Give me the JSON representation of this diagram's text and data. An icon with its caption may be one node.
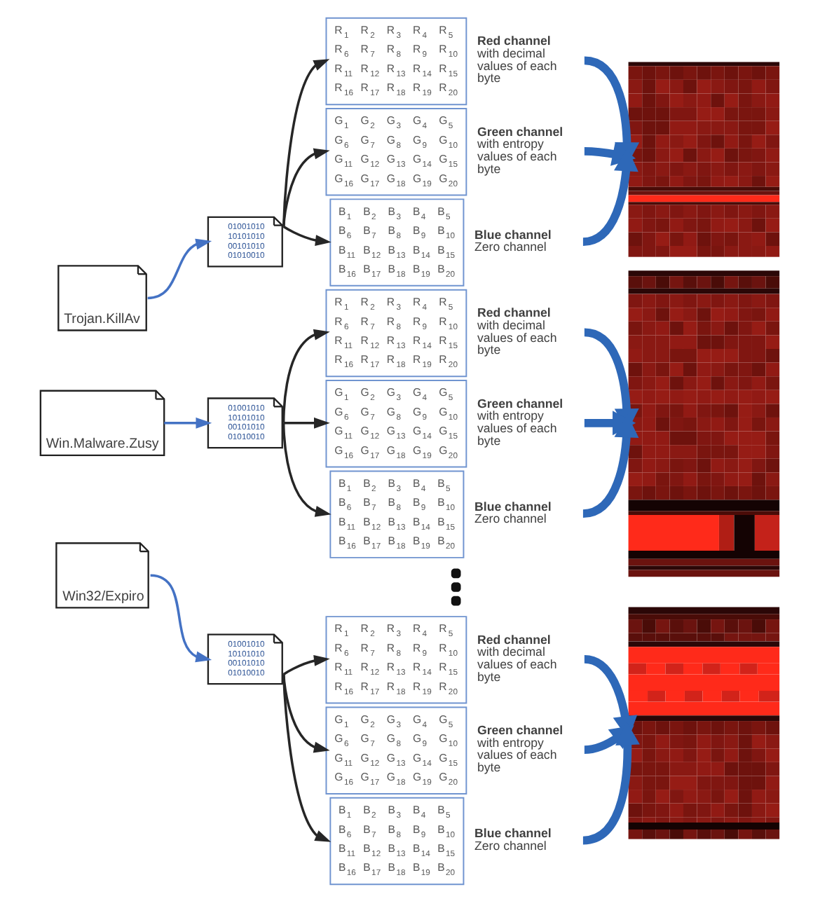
{
  "diagram": {
    "nodes": [
      {
        "text": [
          "Trojan.KillAv"
        ]
      },
      {
        "text": [
          "01001010 10101010 00101010 01010010"
        ]
      },
      {
        "text": [
          "R$_{1}$ R$_{2}$ R$_{3}$ R$_{4}$ R$_{5}$ R$_{6}$ R$_{7}$ R$_{8}$ R$_{9}$ R$_{10}$ R$_{11}$ R$_{12}$ R$_{13}$ R$_{14}$ R$_{15}$ R$_{16}$ R$_{17}$ R$_{18}$ R$_{19}$ R$_{20}$"
        ],
        "beside": [
          "Red channel",
          "with decimal values of each byte"
        ]
      },
      {
        "text": [
          "G$_{1}$ G$_{2}$ G$_{3}$ G$_{4}$ G$_{5}$ G$_{6}$ G$_{7}$ G$_{8}$ G$_{9}$ G$_{10}$ G$_{11}$ G$_{12}$ G$_{13}$ G$_{14}$ G$_{15}$ G$_{16}$ G$_{17}$ G$_{18}$ G$_{19}$ G$_{20}$"
        ],
        "beside": [
          "Green channel",
          "with entropy values of each byte"
        ]
      },
      {
        "text": [
          "B$_{1}$ B$_{2}$ B$_{3}$ B$_{4}$ B$_{5}$ B$_{6}$ B$_{7}$ B$_{8}$ B$_{9}$ B$_{10}$ B$_{11}$ B$_{12}$ B$_{13}$ B$_{14}$ B$_{15}$ B$_{16}$ B$_{17}$ B$_{18}$ B$_{19}$ B$_{20}$"
        ],
        "beside": [
          "Blue channel",
          "Zero channel"
        ]
      },
      {
        "text": [],
        "shape": "picture"
      },
      {
        "text": [
          "Win.Malware.Zusy"
        ]
      },
      {
        "text": [
          "01001010 10101010 00101010 01010010"
        ]
      },
      {
        "text": [
          "R$_{1}$ R$_{2}$ R$_{3}$ R$_{4}$ R$_{5}$ R$_{6}$ R$_{7}$ R$_{8}$ R$_{9}$ R$_{10}$ R$_{11}$ R$_{12}$ R$_{13}$ R$_{14}$ R$_{15}$ R$_{16}$ R$_{17}$ R$_{18}$ R$_{19}$ R$_{20}$"
        ],
        "beside": [
          "Red channel",
          "with decimal values of each byte"
        ]
      },
      {
        "text": [
          "G$_{1}$ G$_{2}$ G$_{3}$ G$_{4}$ G$_{5}$ G$_{6}$ G$_{7}$ G$_{8}$ G$_{9}$ G$_{10}$ G$_{11}$ G$_{12}$ G$_{13}$ G$_{14}$ G$_{15}$ G$_{16}$ G$_{17}$ G$_{18}$ G$_{19}$ G$_{20}$"
        ],
        "beside": [
          "Green channel",
          "with entropy values of each byte"
        ]
      },
      {
        "text": [
          "B$_{1}$ B$_{2}$ B$_{3}$ B$_{4}$ B$_{5}$ B$_{6}$ B$_{7}$ B$_{8}$ B$_{9}$ B$_{10}$ B$_{11}$ B$_{12}$ B$_{13}$ B$_{14}$ B$_{15}$ B$_{16}$ B$_{17}$ B$_{18}$ B$_{19}$ B$_{20}$"
        ],
        "beside": [
          "Blue channel",
          "Zero channel"
        ]
      },
      {
        "text": [],
        "shape": "picture"
      },
      {
        "text": [
          "Win32/Expiro"
        ]
      },
      {
        "text": [
          "01001010 10101010 00101010 01010010"
        ]
      },
      {
        "text": [
          "R$_{1}$ R$_{2}$ R$_{3}$ R$_{4}$ R$_{5}$ R$_{6}$ R$_{7}$ R$_{8}$ R$_{9}$ R$_{10}$ R$_{11}$ R$_{12}$ R$_{13}$ R$_{14}$ R$_{15}$ R$_{16}$ R$_{17}$ R$_{18}$ R$_{19}$ R$_{20}$"
        ],
        "beside": [
          "Red channel",
          "with decimal values of each byte"
        ]
      },
      {
        "text": [
          "G$_{1}$ G$_{2}$ G$_{3}$ G$_{4}$ G$_{5}$ G$_{6}$ G$_{7}$ G$_{8}$ G$_{9}$ G$_{10}$ G$_{11}$ G$_{12}$ G$_{13}$ G$_{14}$ G$_{15}$ G$_{16}$ G$_{17}$ G$_{18}$ G$_{19}$ G$_{20}$"
        ],
        "beside": [
          "Green channel",
          "with entropy values of each byte"
        ]
      },
      {
        "text": [
          "B$_{1}$ B$_{2}$ B$_{3}$ B$_{4}$ B$_{5}$ B$_{6}$ B$_{7}$ B$_{8}$ B$_{9}$ B$_{10}$ B$_{11}$ B$_{12}$ B$_{13}$ B$_{14}$ B$_{15}$ B$_{16}$ B$_{17}$ B$_{18}$ B$_{19}$ B$_{20}$"
        ],
        "beside": [
          "Blue channel",
          "Zero channel"
        ]
      },
      {
        "text": [],
        "shape": "picture"
      }
    ],
    "edges": [
      {
        "from": 0,
        "to": 1,
        "arrow": "to",
        "color": "#4472c4"
      },
      {
        "from": 1,
        "to": 2,
        "arrow": "to"
      },
      {
        "from": 1,
        "to": 3,
        "arrow": "to"
      },
      {
        "from": 1,
        "to": 4,
        "arrow": "to"
      },
      {
        "from": 2,
        "to": 5,
        "arrow": "to",
        "style": "thick",
        "color": "#2e68b8"
      },
      {
        "from": 3,
        "to": 5,
        "arrow": "to",
        "style": "thick",
        "color": "#2e68b8"
      },
      {
        "from": 4,
        "to": 5,
        "arrow": "to",
        "style": "thick",
        "color": "#2e68b8"
      },
      {
        "from": 6,
        "to": 7,
        "arrow": "to",
        "color": "#4472c4"
      },
      {
        "from": 7,
        "to": 8,
        "arrow": "to"
      },
      {
        "from": 7,
        "to": 9,
        "arrow": "to"
      },
      {
        "from": 7,
        "to": 10,
        "arrow": "to"
      },
      {
        "from": 8,
        "to": 11,
        "arrow": "to",
        "style": "thick",
        "color": "#2e68b8"
      },
      {
        "from": 9,
        "to": 11,
        "arrow": "to",
        "style": "thick",
        "color": "#2e68b8"
      },
      {
        "from": 10,
        "to": 11,
        "arrow": "to",
        "style": "thick",
        "color": "#2e68b8"
      },
      {
        "from": 12,
        "to": 13,
        "arrow": "to",
        "color": "#4472c4"
      },
      {
        "from": 13,
        "to": 14,
        "arrow": "to"
      },
      {
        "from": 13,
        "to": 15,
        "arrow": "to"
      },
      {
        "from": 13,
        "to": 16,
        "arrow": "to"
      },
      {
        "from": 14,
        "to": 17,
        "arrow": "to",
        "style": "thick",
        "color": "#2e68b8"
      },
      {
        "from": 15,
        "to": 17,
        "arrow": "to",
        "style": "thick",
        "color": "#2e68b8"
      },
      {
        "from": 16,
        "to": 17,
        "arrow": "to",
        "style": "thick",
        "color": "#2e68b8"
      }
    ]
  }
}
